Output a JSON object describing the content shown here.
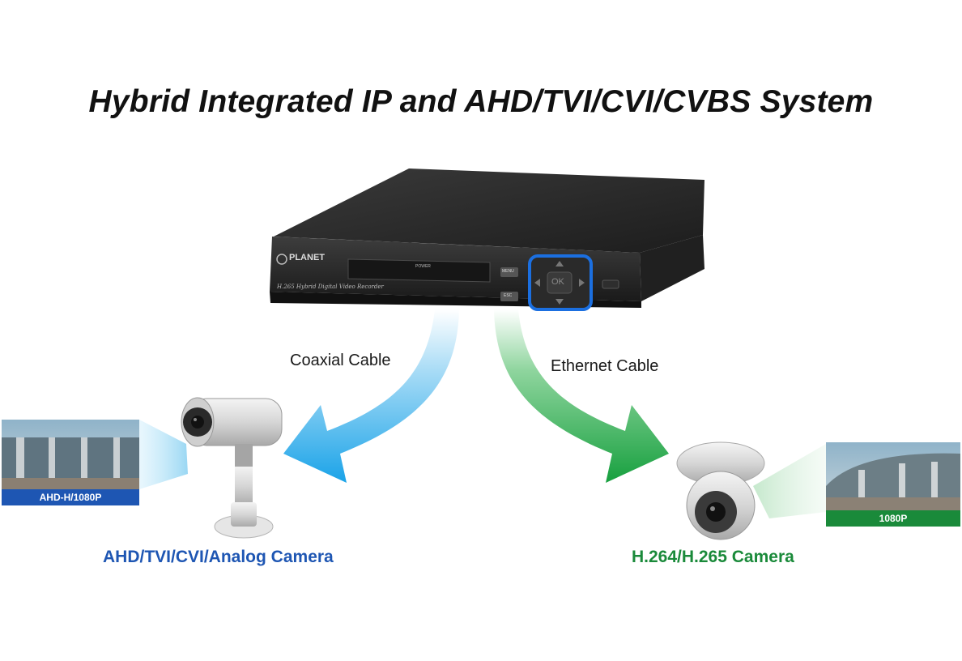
{
  "title": "Hybrid Integrated IP and AHD/TVI/CVI/CVBS System",
  "dvr": {
    "brand": "PLANET",
    "model_text": "H.265 Hybrid Digital Video Recorder",
    "ok_label": "OK",
    "menu_label": "MENU",
    "esc_label": "ESC",
    "power_label": "POWER"
  },
  "cables": {
    "coax_label": "Coaxial Cable",
    "ethernet_label": "Ethernet Cable"
  },
  "cameras": {
    "analog": {
      "label": "AHD/TVI/CVI/Analog Camera",
      "resolution": "AHD-H/1080P",
      "color": "#1e56b3"
    },
    "ip": {
      "label": "H.264/H.265 Camera",
      "resolution": "1080P",
      "color": "#1a8a3a"
    }
  },
  "colors": {
    "coax_arrow": "#1aa3e8",
    "ethernet_arrow": "#17a03f",
    "dvr_body": "#2b2b2b",
    "nav_ring": "#1b6fe0"
  }
}
